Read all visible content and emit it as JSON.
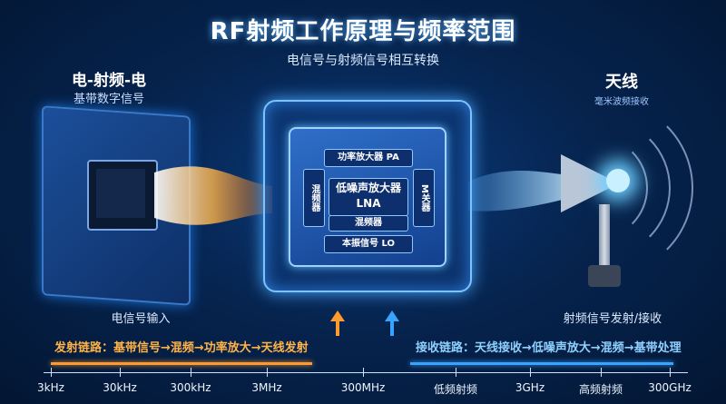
{
  "title": "RF射频工作原理与频率范围",
  "subtitle": "电信号与射频信号相互转换",
  "left": {
    "heading": "电-射频-电",
    "sub": "基带数字信号",
    "label": "电信号输入"
  },
  "right": {
    "heading": "天线",
    "sub": "毫米波频接收",
    "label": "射频信号发射/接收"
  },
  "chip": {
    "pa": "功率放大器 PA",
    "lna_line1": "低噪声放大器",
    "lna_line2": "LNA",
    "mixer": "混频器",
    "mixer_left": "混频器",
    "mixer_right": "M关器",
    "lo": "本振信号 LO"
  },
  "chains": {
    "tx": "发射链路：基带信号→混频→功率放大→天线发射",
    "rx": "接收链路：天线接收→低噪声放大→混频→基带处理"
  },
  "axis": {
    "ticks": [
      "3kHz",
      "30kHz",
      "300kHz",
      "3MHz",
      "300MHz",
      "低频射频",
      "3GHz",
      "高频射频",
      "300GHz"
    ]
  },
  "colors": {
    "tx": "#ff9a2e",
    "rx": "#3aa2ff"
  }
}
